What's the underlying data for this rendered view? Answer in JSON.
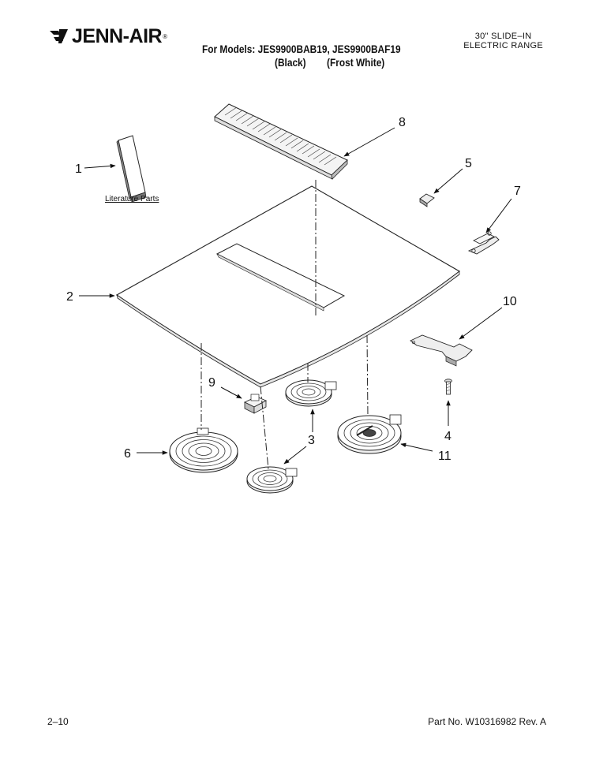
{
  "header": {
    "brand": "JENN-AIR",
    "brand_mark": "®",
    "models_line": "For Models: JES9900BAB19, JES9900BAF19",
    "variant_black": "(Black)",
    "variant_white": "(Frost White)",
    "product_line1": "30\" SLIDE–IN",
    "product_line2": "ELECTRIC RANGE"
  },
  "diagram": {
    "literature_label": "Literature Parts",
    "callouts": {
      "c1": "1",
      "c2": "2",
      "c3": "3",
      "c4": "4",
      "c5": "5",
      "c6": "6",
      "c7": "7",
      "c8": "8",
      "c9": "9",
      "c10": "10",
      "c11": "11"
    }
  },
  "footer": {
    "page": "2–10",
    "part_no": "Part No. W10316982 Rev. A"
  }
}
